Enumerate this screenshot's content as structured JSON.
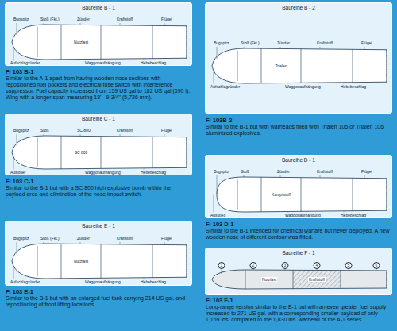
{
  "diagram": {
    "nodes": [
      {
        "text": [
          "Baureihe B - 1"
        ]
      },
      {
        "text": [
          "Baureihe B - 2"
        ]
      },
      {
        "text": [
          "Baureihe C - 1"
        ]
      },
      {
        "text": [
          "Baureihe D - 1"
        ]
      },
      {
        "text": [
          "Baureihe E - 1"
        ]
      },
      {
        "text": [
          "Baureihe F - 1"
        ]
      }
    ],
    "labels": [
      "Bugspitz",
      "Stoß (Fkt.)",
      "Zünder",
      "Kraftstoff",
      "Flügel",
      "Aufschlagzünder",
      "Waggonaufhängung",
      "Hebebeschlag",
      "Nutzlast",
      "Fi 103 B-1",
      "Similar to the A-1 apart from having wooden nose sections with repositioned fuel pockets and electrical fuse switch with interference suppressor. Fuel capacity increased from 159 US gal to 182 US gal (690 l). Wing with a longer span measuring 18' - 9-3/4\" (5,736 mm).",
      "Bugspitz",
      "Stoß (Fkt.)",
      "Zünder",
      "Kraftstoff",
      "Flügel",
      "Aufschlagzünder",
      "Waggonaufhängung",
      "Hebebeschlag",
      "Trialen",
      "Fi 103B-2",
      "Similar to the B-1 but with warheads filled with Trialen 105 or Trialen 106 aluminized explosives.",
      "Bugspitz",
      "Stoß",
      "SC 800",
      "Kraftstoff",
      "Flügel",
      "Auslöser",
      "Waggonaufhängung",
      "Hebebeschlag",
      "SC 800",
      "Fi 103 C-1",
      "Similar to the B-1 but with a SC 800 high explosive bomb within the payload area and elimination of the nose impact switch.",
      "Bugspitz",
      "Stoß",
      "Zünder",
      "Kraftstoff",
      "Flügel",
      "Ausstieg",
      "Waggonaufhängung",
      "Hebebeschlag",
      "Kampfstoff",
      "Fi 103 D-1",
      "Similar to the B-1 intended for chemical warfare but never deployed. A new wooden nose of different contour was fitted.",
      "Bugspitz",
      "Stoß (Fkt.)",
      "Zünder",
      "Kraftstoff",
      "Flügel",
      "Aufschlagzünder",
      "Waggonaufhängung",
      "Hebebeschlag",
      "Nutzlast",
      "Fi 103 E-1",
      "Similar to the B-1 but with an enlarged fuel tank carrying 214 US gal. and repositioning of front lifting locations.",
      "1",
      "2",
      "3",
      "4",
      "5",
      "6",
      "Nutzlast",
      "Kraftstoff",
      "Fi 103 F-1",
      "Long-range version similar to the E-1 but with an even greater fuel supply increased to 271 US gal. with a corresponding smaller payload of only 1,169 lbs. compared to the 1,830 lbs. warhead of the A-1 series."
    ]
  }
}
